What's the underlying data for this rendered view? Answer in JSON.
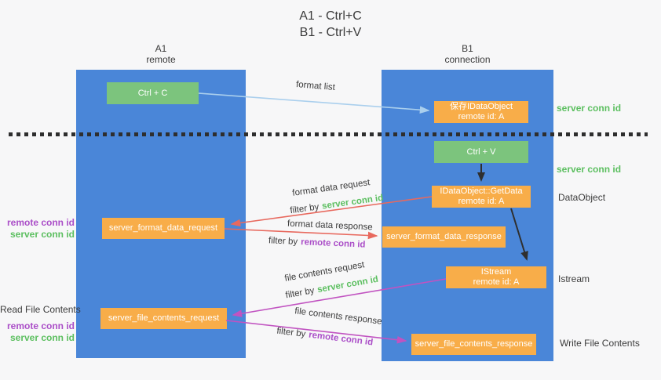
{
  "title": {
    "line1": "A1 - Ctrl+C",
    "line2": "B1 - Ctrl+V"
  },
  "lanes": {
    "left": {
      "name": "A1",
      "subtitle": "remote"
    },
    "right": {
      "name": "B1",
      "subtitle": "connection"
    }
  },
  "nodes": {
    "ctrl_c": {
      "label": "Ctrl + C"
    },
    "save_idataobject": {
      "line1": "保存IDataObject",
      "line2": "remote id: A"
    },
    "ctrl_v": {
      "label": "Ctrl + V"
    },
    "getdata": {
      "line1": "IDataObject::GetData",
      "line2": "remote id: A"
    },
    "server_format_data_request": {
      "label": "server_format_data_request"
    },
    "server_format_data_response": {
      "label": "server_format_data_response"
    },
    "istream": {
      "line1": "IStream",
      "line2": "remote id: A"
    },
    "server_file_contents_request": {
      "label": "server_file_contents_request"
    },
    "server_file_contents_response": {
      "label": "server_file_contents_response"
    }
  },
  "edges": {
    "format_list": {
      "label": "format list"
    },
    "format_data_request": {
      "label": "format data request",
      "filter_prefix": "filter by",
      "filter_key": "server conn id"
    },
    "format_data_response": {
      "label": "format data response",
      "filter_prefix": "filter by",
      "filter_key": "remote conn id"
    },
    "file_contents_request": {
      "label": "file contents request",
      "filter_prefix": "filter by",
      "filter_key": "server conn id"
    },
    "file_contents_response": {
      "label": "file contents response",
      "filter_prefix": "filter by",
      "filter_key": "remote conn id"
    }
  },
  "side_labels": {
    "right_server_conn_id_1": "server conn id",
    "right_server_conn_id_2": "server conn id",
    "dataobject": "DataObject",
    "istream": "Istream",
    "write_file_contents": "Write File Contents",
    "read_file_contents": "Read File Contents",
    "left_pair_1": {
      "remote": "remote conn id",
      "server": "server conn id"
    },
    "left_pair_2": {
      "remote": "remote conn id",
      "server": "server conn id"
    }
  },
  "colors": {
    "background": "#f7f7f8",
    "lane": "#4a86d8",
    "action_box": "#7cc47d",
    "message_box": "#f8ad49",
    "server_conn_id_text": "#5cbf60",
    "remote_conn_id_text": "#ab4fc8",
    "format_arrow": "#e8695e",
    "file_arrow": "#c153c1",
    "format_list_arrow": "#aacfed",
    "black_arrow": "#2f2f2f",
    "dotted_line": "#2e2e2e"
  }
}
